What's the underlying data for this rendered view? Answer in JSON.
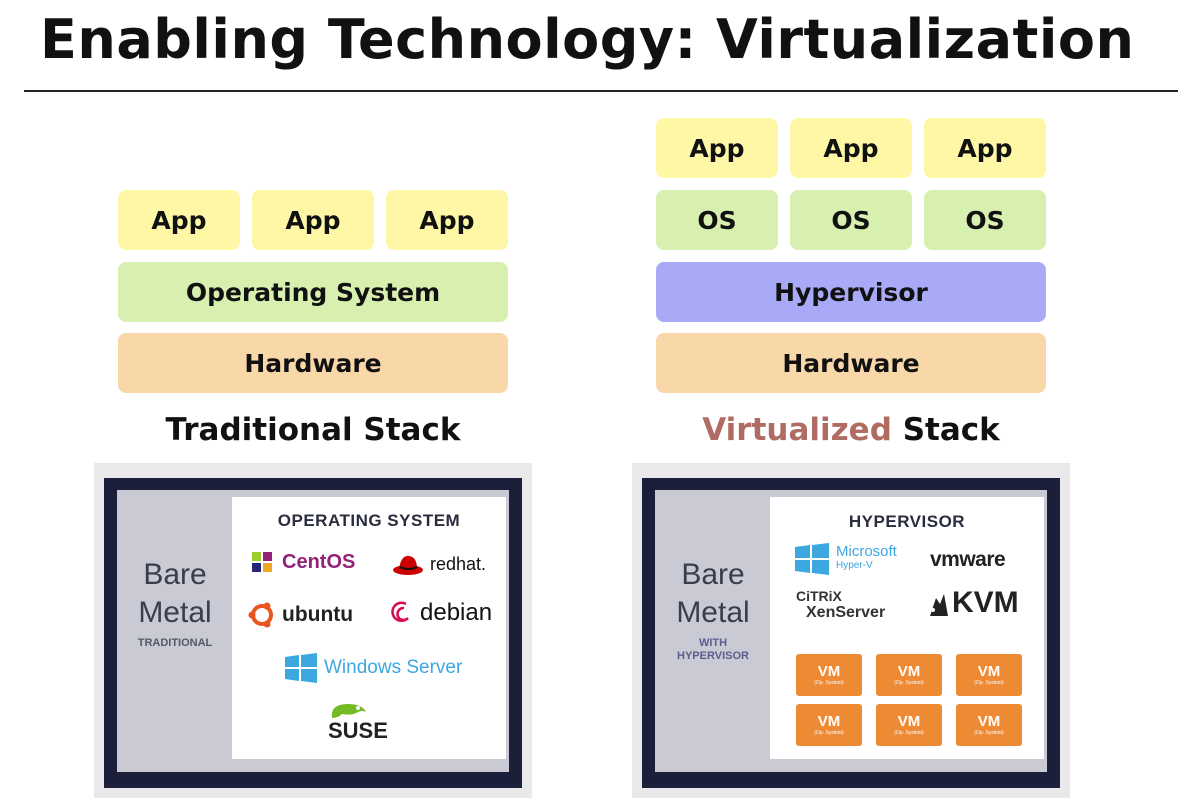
{
  "title": "Enabling Technology: Virtualization",
  "traditional": {
    "apps": [
      "App",
      "App",
      "App"
    ],
    "os": "Operating System",
    "hardware": "Hardware",
    "caption": "Traditional Stack"
  },
  "virtualized": {
    "apps": [
      "App",
      "App",
      "App"
    ],
    "guest_os": [
      "OS",
      "OS",
      "OS"
    ],
    "hypervisor": "Hypervisor",
    "hardware": "Hardware",
    "caption_accent": "Virtualized",
    "caption_rest": "Stack"
  },
  "left_panel": {
    "bare": "Bare",
    "metal": "Metal",
    "sub": "TRADITIONAL",
    "section_title": "OPERATING SYSTEM",
    "logos": [
      "CentOS",
      "redhat.",
      "ubuntu",
      "debian",
      "Windows Server",
      "SUSE"
    ]
  },
  "right_panel": {
    "bare": "Bare",
    "metal": "Metal",
    "sub_line1": "WITH",
    "sub_line2": "HYPERVISOR",
    "section_title": "HYPERVISOR",
    "microsoft": "Microsoft",
    "hyperv": "Hyper-V",
    "vmware": "vmware",
    "citrix": "CiTRiX",
    "xenserver": "XenServer",
    "kvm": "KVM",
    "vm_label": "VM",
    "vm_sub": "(Op. System)",
    "vm_count": 6
  },
  "colors": {
    "app": "#fdf7a6",
    "os": "#d7f0b0",
    "hypervisor": "#a8a9f7",
    "hardware": "#f8d7a8",
    "accent": "#b06b62",
    "vm": "#ee8a33"
  }
}
